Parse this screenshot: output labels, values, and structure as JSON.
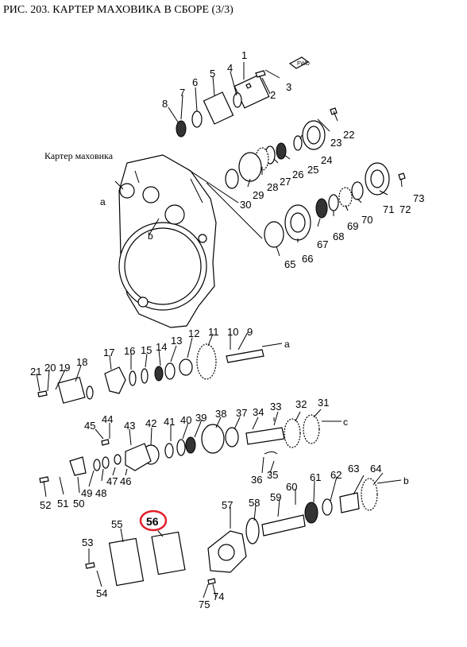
{
  "title": "РИС. 203. КАРТЕР МАХОВИКА В СБОРЕ (3/3)",
  "caption": "Картер маховика",
  "direction_arrow_text": "FWD",
  "highlight": {
    "label": "56",
    "color": "#e0202a"
  },
  "section_letters": [
    "a",
    "b",
    "c"
  ],
  "callouts": [
    "1",
    "2",
    "3",
    "4",
    "5",
    "6",
    "7",
    "8",
    "9",
    "10",
    "11",
    "12",
    "13",
    "14",
    "15",
    "16",
    "17",
    "18",
    "19",
    "20",
    "21",
    "22",
    "23",
    "24",
    "25",
    "26",
    "27",
    "28",
    "29",
    "30",
    "31",
    "32",
    "33",
    "34",
    "35",
    "36",
    "37",
    "38",
    "39",
    "40",
    "41",
    "42",
    "43",
    "44",
    "45",
    "46",
    "47",
    "48",
    "49",
    "50",
    "51",
    "52",
    "53",
    "54",
    "55",
    "57",
    "58",
    "59",
    "60",
    "61",
    "62",
    "63",
    "64",
    "65",
    "66",
    "67",
    "68",
    "69",
    "70",
    "71",
    "72",
    "73",
    "74",
    "75"
  ]
}
